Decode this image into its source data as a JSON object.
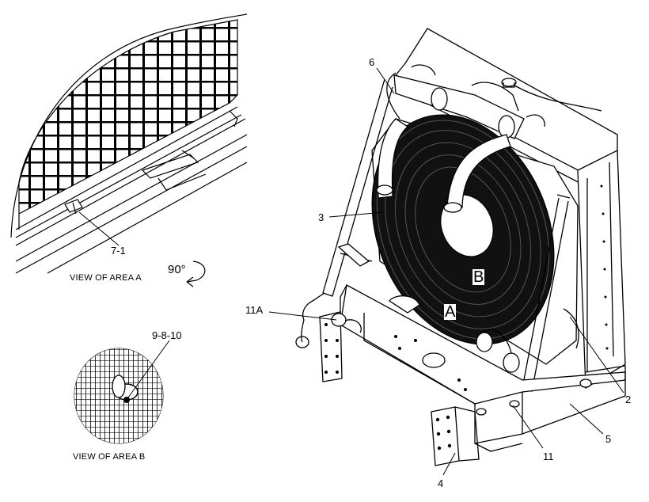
{
  "callouts": {
    "c6": "6",
    "c3": "3",
    "c11a": "11A",
    "c2": "2",
    "c5": "5",
    "c11": "11",
    "c4": "4",
    "c71": "7-1",
    "c9810": "9-8-10"
  },
  "area_letters": {
    "a": "A",
    "b": "B"
  },
  "captions": {
    "view_a": "VIEW OF AREA  A",
    "view_b": "VIEW OF AREA  B",
    "rotation": "90°"
  }
}
